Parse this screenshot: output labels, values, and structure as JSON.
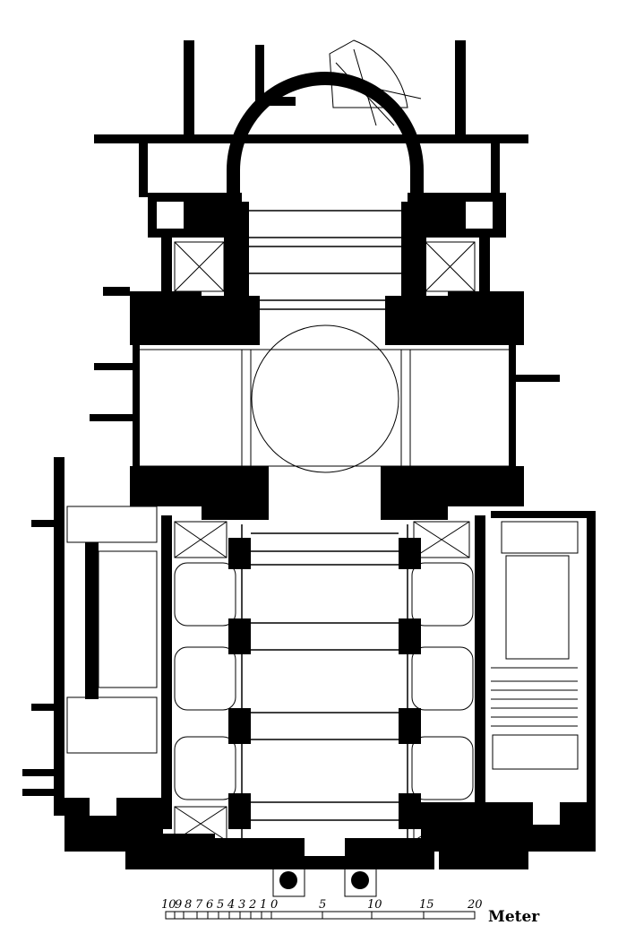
{
  "plan": {
    "scale_bar": {
      "left_ticks": [
        "10",
        "9",
        "8",
        "7",
        "6",
        "5",
        "4",
        "3",
        "2",
        "1",
        "0"
      ],
      "right_ticks": [
        "5",
        "10",
        "15",
        "20"
      ],
      "unit": "Meter"
    }
  }
}
